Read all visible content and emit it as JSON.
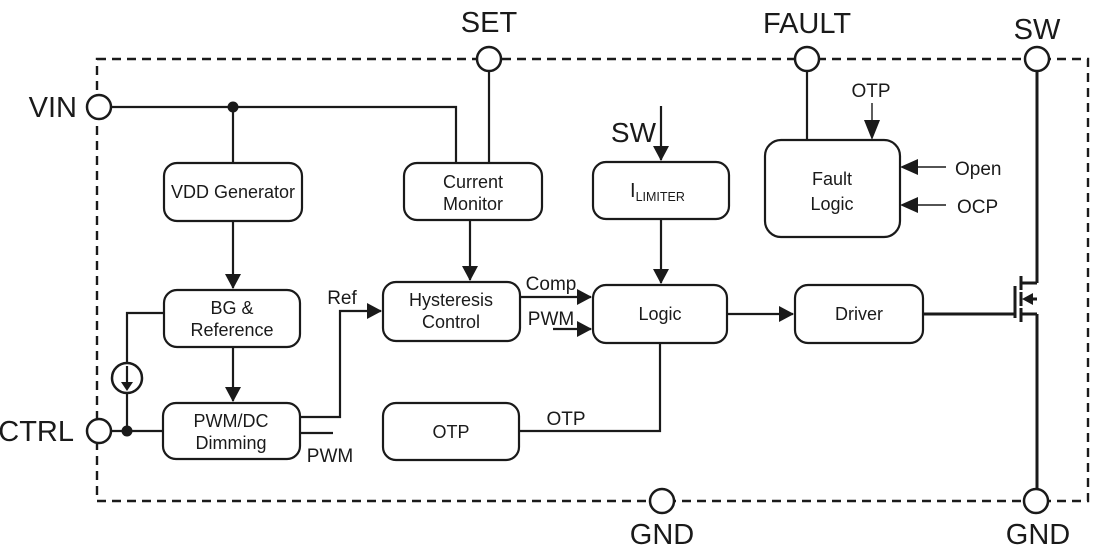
{
  "diagram": {
    "colors": {
      "line": "#1a1a1a",
      "background": "#ffffff"
    },
    "pins": {
      "vin": {
        "label": "VIN"
      },
      "ctrl": {
        "label": "CTRL"
      },
      "set": {
        "label": "SET"
      },
      "fault": {
        "label": "FAULT"
      },
      "sw": {
        "label": "SW"
      },
      "gnd_left": {
        "label": "GND"
      },
      "gnd_right": {
        "label": "GND"
      }
    },
    "blocks": {
      "vdd_generator": {
        "label": "VDD Generator"
      },
      "current_monitor": {
        "line1": "Current",
        "line2": "Monitor"
      },
      "i_limiter": {
        "base": "I",
        "sub": "LIMITER"
      },
      "fault_logic": {
        "line1": "Fault",
        "line2": "Logic"
      },
      "bg_reference": {
        "line1": "BG &",
        "line2": "Reference"
      },
      "hysteresis_control": {
        "line1": "Hysteresis",
        "line2": "Control"
      },
      "logic": {
        "label": "Logic"
      },
      "driver": {
        "label": "Driver"
      },
      "pwm_dc_dimming": {
        "line1": "PWM/DC",
        "line2": "Dimming"
      },
      "otp": {
        "label": "OTP"
      }
    },
    "signals": {
      "ref": "Ref",
      "comp": "Comp",
      "pwm_out": "PWM",
      "pwm_in": "PWM",
      "otp_out": "OTP",
      "otp_in": "OTP",
      "sw_in": "SW",
      "open": "Open",
      "ocp": "OCP"
    }
  }
}
